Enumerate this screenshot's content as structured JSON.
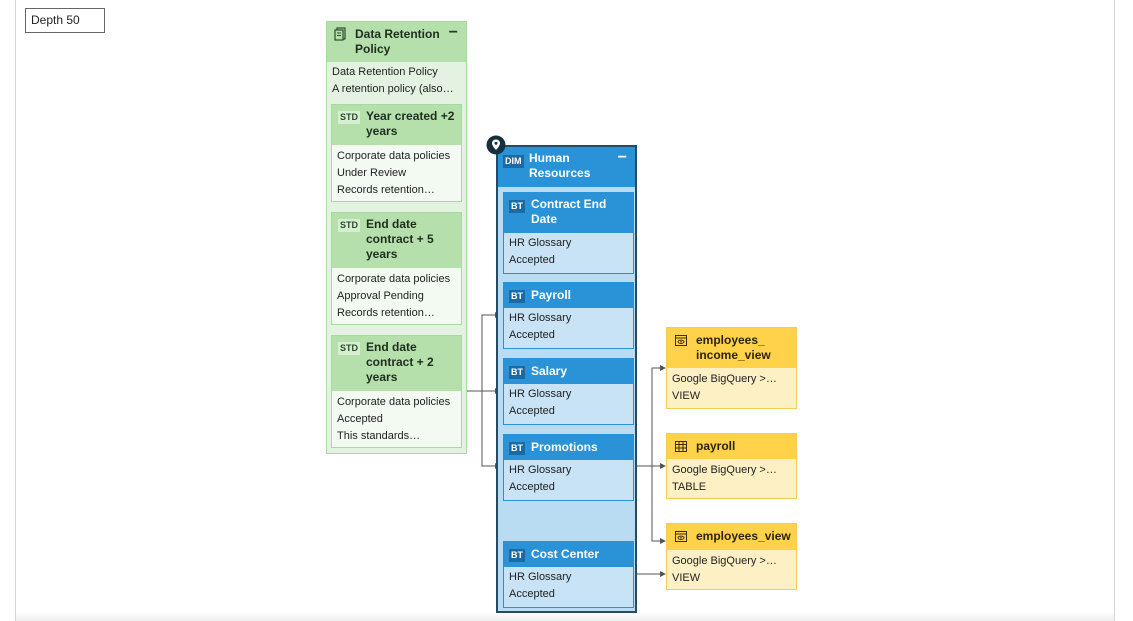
{
  "depth_label": "Depth 50",
  "policy": {
    "title": "Data Retention Policy",
    "collapse_symbol": "−",
    "lines": [
      "Data Retention Policy",
      "A retention policy (also…"
    ],
    "icon": "policy-document-icon",
    "standards": [
      {
        "badge": "STD",
        "title": "Year created +2 years",
        "lines": [
          "Corporate data policies",
          "Under Review",
          "Records retention…"
        ]
      },
      {
        "badge": "STD",
        "title": "End date contract + 5 years",
        "lines": [
          "Corporate data policies",
          "Approval Pending",
          "Records retention…"
        ]
      },
      {
        "badge": "STD",
        "title": "End date contract + 2 years",
        "lines": [
          "Corporate data policies",
          "Accepted",
          "This standards…"
        ]
      }
    ]
  },
  "dimension": {
    "badge": "DIM",
    "title": "Human Resources",
    "collapse_symbol": "−",
    "icon": "location-pin-icon",
    "terms": [
      {
        "badge": "BT",
        "title": "Contract End Date",
        "lines": [
          "HR Glossary",
          "Accepted"
        ]
      },
      {
        "badge": "BT",
        "title": "Payroll",
        "lines": [
          "HR Glossary",
          "Accepted"
        ]
      },
      {
        "badge": "BT",
        "title": "Salary",
        "lines": [
          "HR Glossary",
          "Accepted"
        ]
      },
      {
        "badge": "BT",
        "title": "Promotions",
        "lines": [
          "HR Glossary",
          "Accepted"
        ]
      },
      {
        "badge": "BT",
        "title": "Cost Center",
        "lines": [
          "HR Glossary",
          "Accepted"
        ]
      }
    ]
  },
  "assets": [
    {
      "icon": "view-icon",
      "title": "employees_ income_view",
      "lines": [
        "Google BigQuery >…",
        "VIEW"
      ]
    },
    {
      "icon": "table-icon",
      "title": "payroll",
      "lines": [
        "Google BigQuery >…",
        "TABLE"
      ]
    },
    {
      "icon": "view-icon",
      "title": "employees_view",
      "lines": [
        "Google BigQuery >…",
        "VIEW"
      ]
    }
  ],
  "colors": {
    "policy": "#b5e0ac",
    "dimension": "#2a92d6",
    "asset": "#ffd24a",
    "connector": "#555555"
  }
}
